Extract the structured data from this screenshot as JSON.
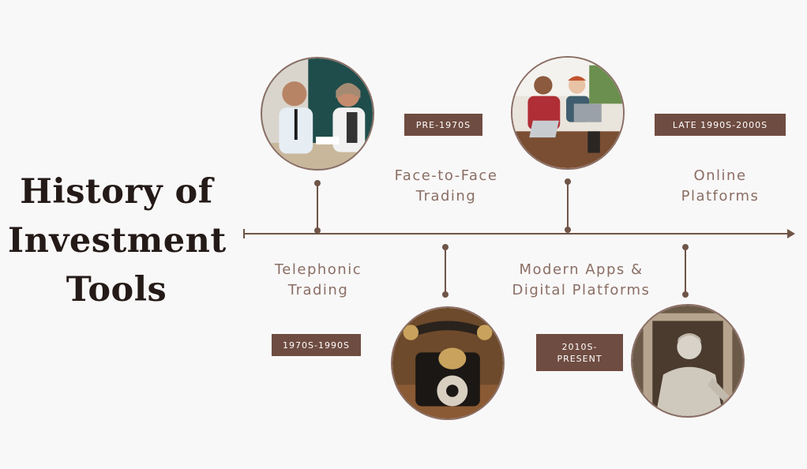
{
  "title": "History of\nInvestment\nTools",
  "eras": [
    {
      "period": "PRE-1970S",
      "label": "Face-to-Face\nTrading",
      "photo": "business-meeting-photo"
    },
    {
      "period": "1970S-1990S",
      "label": "Telephonic\nTrading",
      "photo": "rotary-telephone-photo"
    },
    {
      "period": "LATE 1990S-2000S",
      "label": "Online\nPlatforms",
      "photo": "team-laptops-photo"
    },
    {
      "period": "2010S-\nPRESENT",
      "label": "Modern Apps &\nDigital Platforms",
      "photo": "classical-statue-photo"
    }
  ],
  "colors": {
    "background": "#f9f8f8",
    "title": "#241a17",
    "accent": "#6f4c41",
    "label": "#8a6e65",
    "line": "#6f5548"
  }
}
